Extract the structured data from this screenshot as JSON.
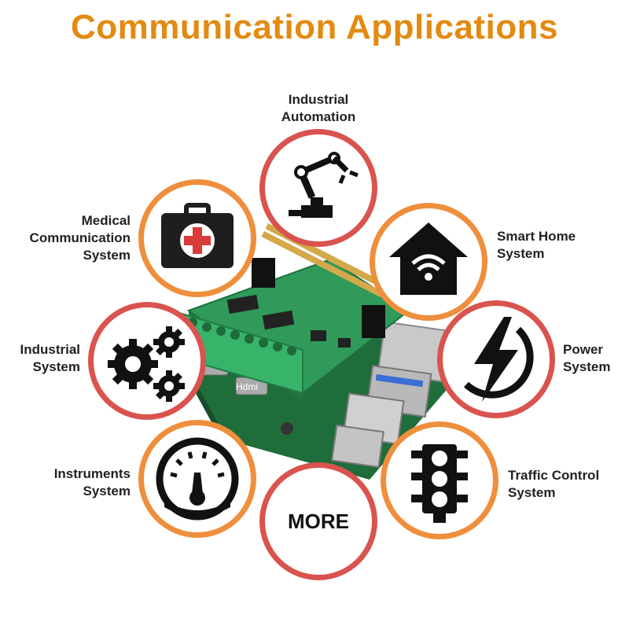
{
  "title": "Communication Applications",
  "applications": [
    {
      "id": "industrial-automation",
      "label": "Industrial Automation",
      "icon": "robot-arm-icon"
    },
    {
      "id": "medical",
      "label": "Medical Communication System",
      "icon": "first-aid-kit-icon"
    },
    {
      "id": "smart-home",
      "label": "Smart Home System",
      "icon": "smart-home-icon"
    },
    {
      "id": "industrial-system",
      "label": "Industrial System",
      "icon": "gears-icon"
    },
    {
      "id": "power",
      "label": "Power System",
      "icon": "lightning-icon"
    },
    {
      "id": "instruments",
      "label": "Instruments System",
      "icon": "gauge-icon"
    },
    {
      "id": "traffic",
      "label": "Traffic Control System",
      "icon": "traffic-light-icon"
    },
    {
      "id": "more",
      "label": "MORE",
      "icon": ""
    }
  ],
  "board_text": "Hdmi",
  "colors": {
    "title": "#e38a12",
    "ring_red": "#d9534f",
    "ring_orange": "#ef8e3c",
    "pcb": "#2f9a5a",
    "terminal": "#37b36a"
  }
}
